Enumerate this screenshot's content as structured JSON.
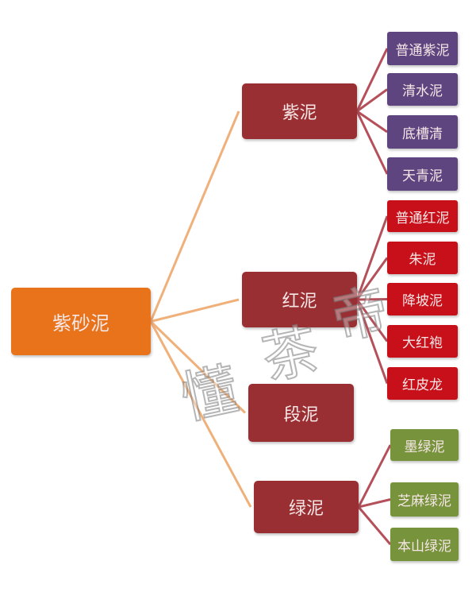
{
  "colors": {
    "root": "#E8731A",
    "level1": "#9A2F33",
    "purple": "#5E4580",
    "red": "#C8101A",
    "green": "#77933C",
    "root_line": "#F0B07A",
    "child_line": "#B5505A"
  },
  "root": {
    "label": "紫砂泥"
  },
  "categories": [
    {
      "label": "紫泥",
      "children": [
        "普通紫泥",
        "清水泥",
        "底槽清",
        "天青泥"
      ]
    },
    {
      "label": "红泥",
      "children": [
        "普通红泥",
        "朱泥",
        "降坡泥",
        "大红袍",
        "红皮龙"
      ]
    },
    {
      "label": "段泥",
      "children": []
    },
    {
      "label": "绿泥",
      "children": [
        "墨绿泥",
        "芝麻绿泥",
        "本山绿泥"
      ]
    }
  ],
  "watermark": [
    "懂",
    "茶",
    "帝"
  ]
}
